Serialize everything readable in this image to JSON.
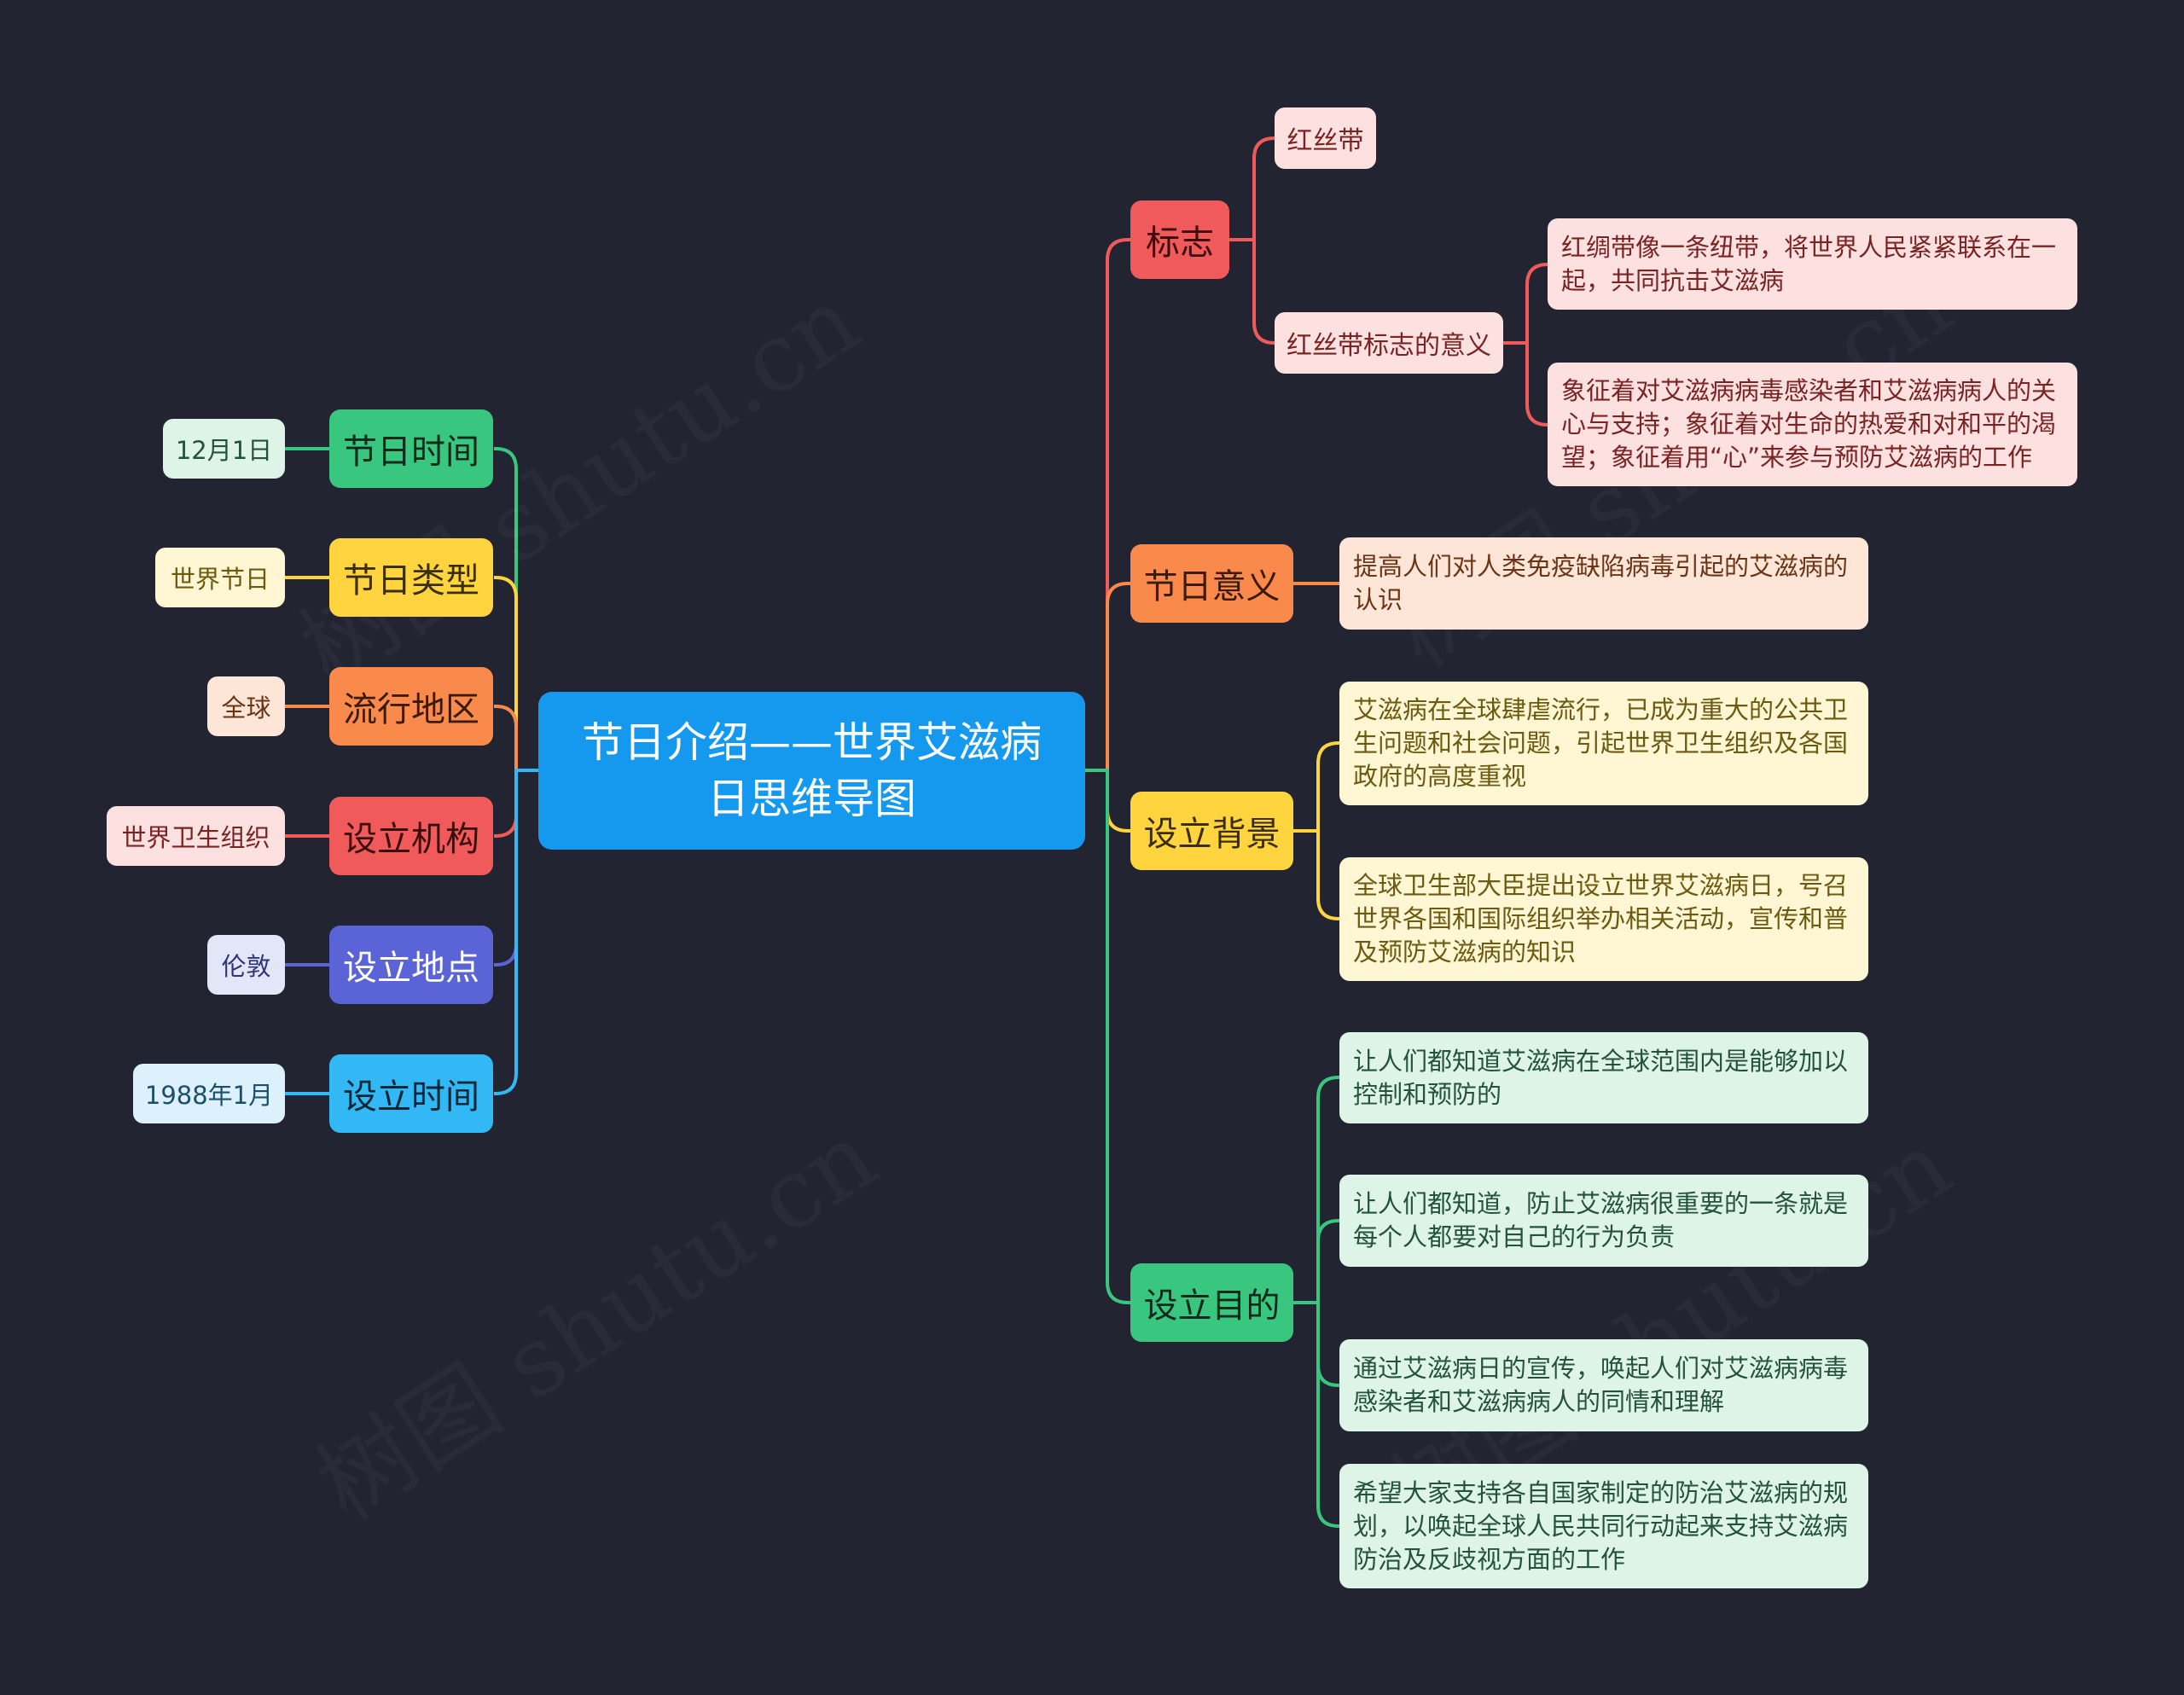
{
  "colors": {
    "background": "#222531",
    "root": "#1599ef",
    "red": "#f05a5a",
    "orange": "#fa8a4c",
    "yellow": "#ffd43f",
    "green": "#39c67f",
    "indigo": "#5a64d7",
    "sky": "#31b8f5"
  },
  "root": {
    "title": "节日介绍——世界艾滋病日思维导图"
  },
  "left": [
    {
      "label": "节日时间",
      "value": "12月1日"
    },
    {
      "label": "节日类型",
      "value": "世界节日"
    },
    {
      "label": "流行地区",
      "value": "全球"
    },
    {
      "label": "设立机构",
      "value": "世界卫生组织"
    },
    {
      "label": "设立地点",
      "value": "伦敦"
    },
    {
      "label": "设立时间",
      "value": "1988年1月"
    }
  ],
  "right": {
    "symbol": {
      "label": "标志",
      "ribbon": "红丝带",
      "meaning_label": "红丝带标志的意义",
      "meanings": [
        "红绸带像一条纽带，将世界人民紧紧联系在一起，共同抗击艾滋病",
        "象征着对艾滋病病毒感染者和艾滋病病人的关心与支持；象征着对生命的热爱和对和平的渴望；象征着用“心”来参与预防艾滋病的工作"
      ]
    },
    "significance": {
      "label": "节日意义",
      "items": [
        "提高人们对人类免疫缺陷病毒引起的艾滋病的认识"
      ]
    },
    "background": {
      "label": "设立背景",
      "items": [
        "艾滋病在全球肆虐流行，已成为重大的公共卫生问题和社会问题，引起世界卫生组织及各国政府的高度重视",
        "全球卫生部大臣提出设立世界艾滋病日，号召世界各国和国际组织举办相关活动，宣传和普及预防艾滋病的知识"
      ]
    },
    "purpose": {
      "label": "设立目的",
      "items": [
        "让人们都知道艾滋病在全球范围内是能够加以控制和预防的",
        "让人们都知道，防止艾滋病很重要的一条就是每个人都要对自己的行为负责",
        "通过艾滋病日的宣传，唤起人们对艾滋病病毒感染者和艾滋病病人的同情和理解",
        "希望大家支持各自国家制定的防治艾滋病的规划，以唤起全球人民共同行动起来支持艾滋病防治及反歧视方面的工作"
      ]
    }
  },
  "watermark": "树图 shutu.cn"
}
